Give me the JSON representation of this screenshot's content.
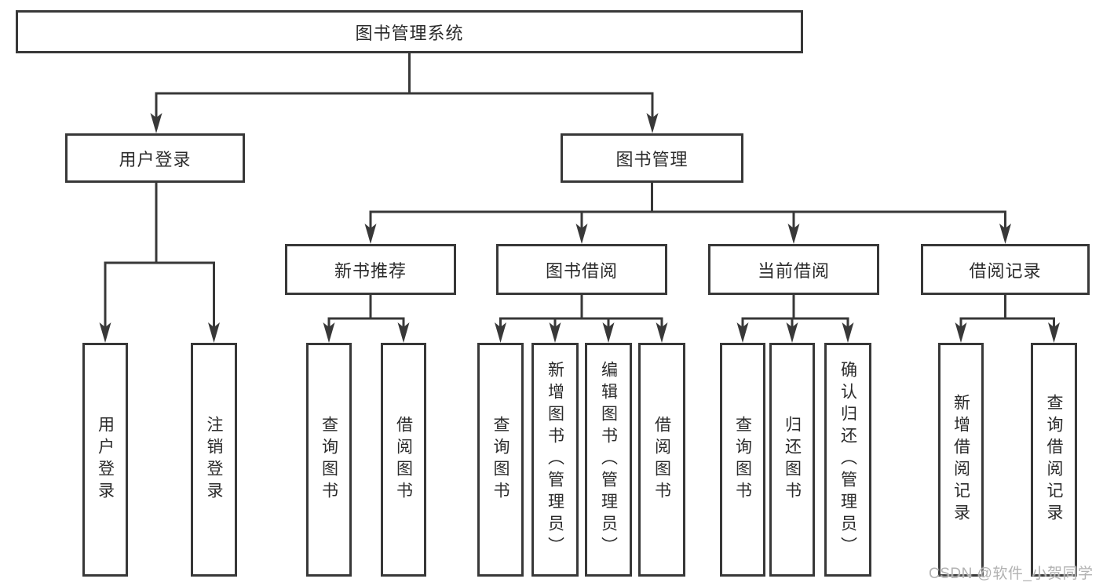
{
  "diagram": {
    "title": "图书管理系统",
    "colors": {
      "line": "#383838",
      "text": "#2b2b2b",
      "background": "#ffffff",
      "watermark": "#b2b2b2"
    },
    "nodes": {
      "root": {
        "label": "图书管理系统"
      },
      "user_login_group": {
        "label": "用户登录"
      },
      "book_management": {
        "label": "图书管理"
      },
      "new_book_recommend": {
        "label": "新书推荐"
      },
      "book_borrowing": {
        "label": "图书借阅"
      },
      "current_borrowing": {
        "label": "当前借阅"
      },
      "borrowing_records": {
        "label": "借阅记录"
      },
      "user_login": {
        "label": "用户登录"
      },
      "logout": {
        "label": "注销登录"
      },
      "nbr_query_books": {
        "label": "查询图书"
      },
      "nbr_borrow_books": {
        "label": "借阅图书"
      },
      "bb_query_books": {
        "label": "查询图书"
      },
      "bb_add_books_admin": {
        "label": "新增图书（管理员）"
      },
      "bb_edit_books_admin": {
        "label": "编辑图书（管理员）"
      },
      "bb_borrow_books": {
        "label": "借阅图书"
      },
      "cb_query_books": {
        "label": "查询图书"
      },
      "cb_return_books": {
        "label": "归还图书"
      },
      "cb_confirm_return_admin": {
        "label": "确认归还（管理员）"
      },
      "br_add_record": {
        "label": "新增借阅记录"
      },
      "br_query_record": {
        "label": "查询借阅记录"
      }
    },
    "hierarchy": {
      "root": [
        "user_login_group",
        "book_management"
      ],
      "user_login_group": [
        "user_login",
        "logout"
      ],
      "book_management": [
        "new_book_recommend",
        "book_borrowing",
        "current_borrowing",
        "borrowing_records"
      ],
      "new_book_recommend": [
        "nbr_query_books",
        "nbr_borrow_books"
      ],
      "book_borrowing": [
        "bb_query_books",
        "bb_add_books_admin",
        "bb_edit_books_admin",
        "bb_borrow_books"
      ],
      "current_borrowing": [
        "cb_query_books",
        "cb_return_books",
        "cb_confirm_return_admin"
      ],
      "borrowing_records": [
        "br_add_record",
        "br_query_record"
      ]
    },
    "watermark": {
      "text": "CSDN @软件_小贺同学"
    }
  }
}
